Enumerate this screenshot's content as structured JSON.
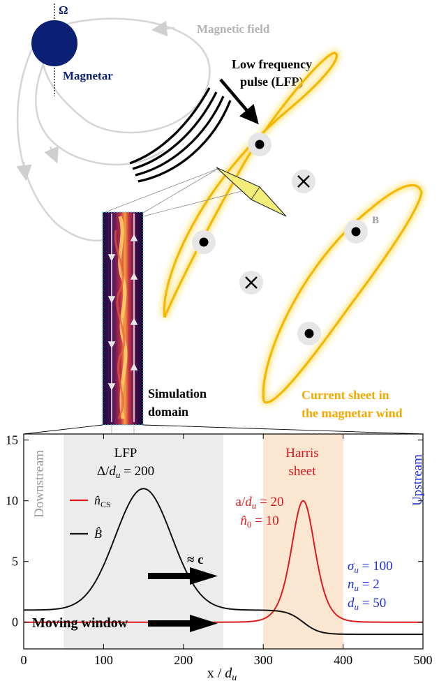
{
  "schematic": {
    "omega_label": "Ω",
    "magnetar_label": "Magnetar",
    "magnetic_field_label": "Magnetic field",
    "lfp_label_line1": "Low frequency",
    "lfp_label_line2": "pulse (LFP)",
    "b_label": "B",
    "simulation_label_line1": "Simulation",
    "simulation_label_line2": "domain",
    "current_sheet_line1": "Current sheet in",
    "current_sheet_line2": "the magnetar wind",
    "colors": {
      "magnetar": "#0b1f74",
      "field_lines": "#d3d3d3",
      "current_sheet": "#f5b800",
      "current_sheet_glow": "#ffe27a",
      "current_sheet_text": "#f5a800",
      "wedge": "#f3ee7a",
      "arrow": "#000000"
    }
  },
  "plot": {
    "xlabel_prefix": "x / ",
    "xlabel_symbol": "d",
    "xlabel_sub": "u",
    "x_ticks": [
      "0",
      "100",
      "200",
      "300",
      "400",
      "500"
    ],
    "y_ticks": [
      "0",
      "5",
      "10",
      "15"
    ],
    "downstream_label": "Downstream",
    "upstream_label": "Upstream",
    "lfp_title": "LFP",
    "lfp_param_prefix": "Δ/",
    "lfp_param_symbol": "d",
    "lfp_param_sub": "u",
    "lfp_param_value": " = 200",
    "harris_line1": "Harris",
    "harris_line2": "sheet",
    "harris_a_prefix": "a/",
    "harris_a_symbol": "d",
    "harris_a_sub": "u",
    "harris_a_value": " = 20",
    "harris_n_symbol": "n̂",
    "harris_n_sub": "0",
    "harris_n_value": " = 10",
    "approx_c_label": "≈ c",
    "moving_window_label": "Moving window",
    "sigma_symbol": "σ",
    "sigma_sub": "u",
    "sigma_value": " = 100",
    "n_symbol": "n",
    "n_sub": "u",
    "n_value": " = 2",
    "d_symbol": "d",
    "d_sub": "u",
    "d_value": " = 50",
    "legend_ncs_symbol": "n̂",
    "legend_ncs_sub": "CS",
    "legend_b_symbol": "B̂",
    "colors": {
      "ncs": "#e0191e",
      "b": "#111111",
      "lfp_band": "#ececec",
      "harris_band": "#fbe6d2",
      "downstream_text": "#9a9a9a",
      "upstream_text": "#1f2fd6",
      "harris_text": "#e0191e",
      "params_text": "#1f2fd6"
    }
  },
  "chart_data": {
    "type": "line",
    "xlabel": "x / d_u",
    "ylabel": "",
    "xlim": [
      0,
      500
    ],
    "ylim": [
      -2.2,
      15.5
    ],
    "x_ticks": [
      0,
      100,
      200,
      300,
      400,
      500
    ],
    "y_ticks": [
      0,
      5,
      10,
      15
    ],
    "grid": false,
    "legend": "left",
    "bands": [
      {
        "name": "LFP",
        "x_range": [
          50,
          250
        ]
      },
      {
        "name": "Harris sheet",
        "x_range": [
          300,
          400
        ]
      }
    ],
    "x": [
      0,
      25,
      50,
      75,
      100,
      125,
      150,
      175,
      200,
      225,
      250,
      275,
      300,
      310,
      320,
      330,
      340,
      350,
      360,
      370,
      380,
      390,
      400,
      425,
      450,
      475,
      500
    ],
    "series": [
      {
        "name": "n̂_CS",
        "values": [
          0,
          0,
          0,
          0,
          0,
          0,
          0,
          0,
          0,
          0,
          0,
          0,
          0.07,
          0.19,
          0.54,
          1.68,
          5.05,
          10.0,
          5.05,
          1.68,
          0.54,
          0.19,
          0.07,
          0,
          0,
          0,
          0
        ]
      },
      {
        "name": "B̂",
        "values": [
          1.0,
          1.0,
          1.05,
          2.76,
          6.83,
          10.17,
          11.0,
          10.17,
          6.83,
          2.76,
          1.05,
          1.0,
          0.99,
          0.97,
          0.92,
          0.81,
          0.54,
          0.0,
          -0.54,
          -0.81,
          -0.92,
          -0.97,
          -0.99,
          -1.0,
          -1.0,
          -1.0,
          -1.0
        ]
      }
    ]
  }
}
